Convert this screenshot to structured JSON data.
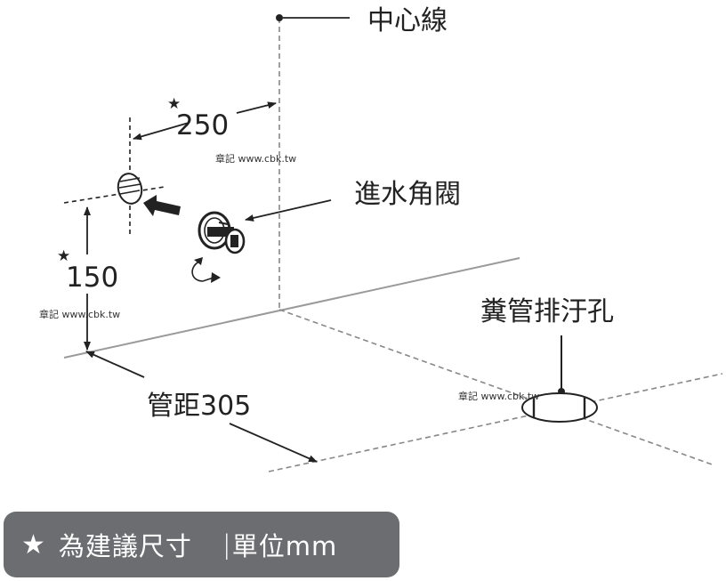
{
  "labels": {
    "centerline": "中心線",
    "valve": "進水角閥",
    "drain_hole": "糞管排汙孔",
    "pipe_distance": "管距305",
    "dim_horizontal": "250",
    "dim_vertical": "150"
  },
  "watermarks": [
    "章記 www.cbk.tw",
    "章記 www.cbk.tw",
    "章記 www.cbk.tw"
  ],
  "star_symbol": "★",
  "legend": {
    "star": "★",
    "text": "為建議尺寸",
    "separator": "|",
    "unit": "單位mm"
  },
  "colors": {
    "line": "#222222",
    "dashed": "#888888",
    "floor_line": "#9a9a9a",
    "legend_bg": "#6c6d70",
    "legend_text": "#ffffff"
  }
}
